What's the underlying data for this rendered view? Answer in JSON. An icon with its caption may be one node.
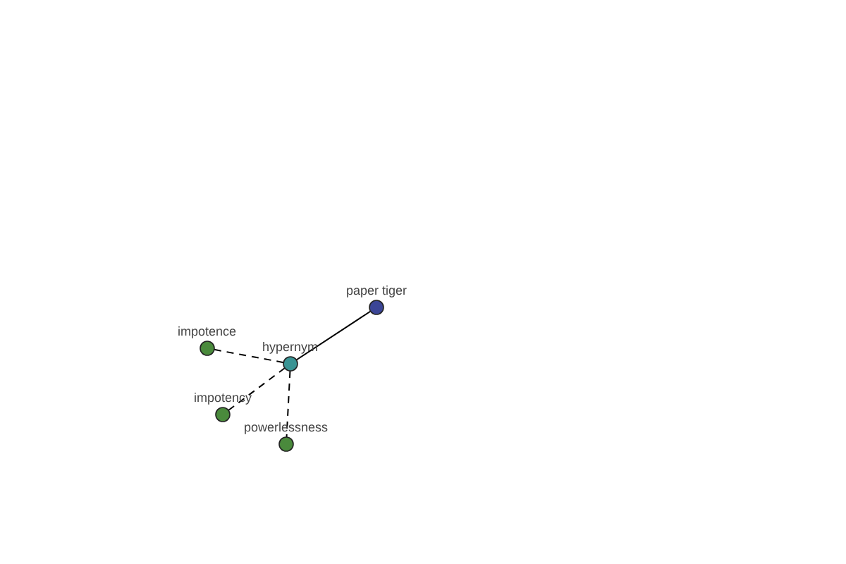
{
  "diagram": {
    "nodes": [
      {
        "text": [
          "paper tiger"
        ]
      },
      {
        "text": [
          "hypernym"
        ]
      },
      {
        "text": [
          "impotence"
        ]
      },
      {
        "text": [
          "impotency"
        ]
      },
      {
        "text": [
          "powerlessness"
        ]
      }
    ],
    "edges": [
      {
        "from": 0,
        "to": 1,
        "arrow": "none"
      },
      {
        "from": 1,
        "to": 2,
        "arrow": "none",
        "style": "dashed"
      },
      {
        "from": 1,
        "to": 3,
        "arrow": "none",
        "style": "dashed"
      },
      {
        "from": 1,
        "to": 4,
        "arrow": "none",
        "style": "dashed"
      }
    ]
  }
}
